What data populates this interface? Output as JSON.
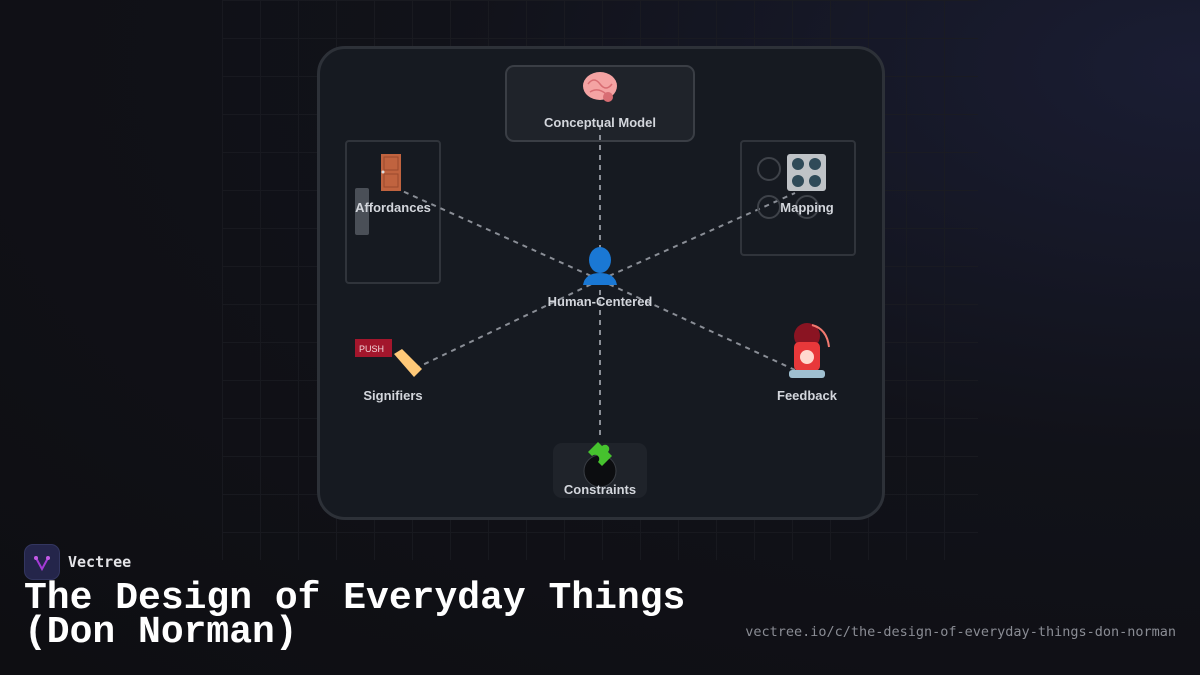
{
  "diagram": {
    "center": {
      "label": "Human-Centered",
      "icon": "person-icon"
    },
    "nodes": [
      {
        "id": "conceptual-model",
        "label": "Conceptual Model",
        "icon": "brain-icon"
      },
      {
        "id": "affordances",
        "label": "Affordances",
        "icon": "door-icon"
      },
      {
        "id": "mapping",
        "label": "Mapping",
        "icon": "control-knobs-icon"
      },
      {
        "id": "signifiers",
        "label": "Signifiers",
        "icon": "label-tag-icon",
        "sign_text": "PUSH"
      },
      {
        "id": "feedback",
        "label": "Feedback",
        "icon": "siren-light-icon"
      },
      {
        "id": "constraints",
        "label": "Constraints",
        "icon": "puzzle-piece-icon"
      }
    ]
  },
  "footer": {
    "brand": "Vectree",
    "title_line1": "The Design of Everyday Things",
    "title_line2": "(Don Norman)",
    "url": "vectree.io/c/the-design-of-everyday-things-don-norman"
  },
  "colors": {
    "accent": "#a33ad6",
    "panel": "#161a21",
    "person": "#1a78d4"
  }
}
